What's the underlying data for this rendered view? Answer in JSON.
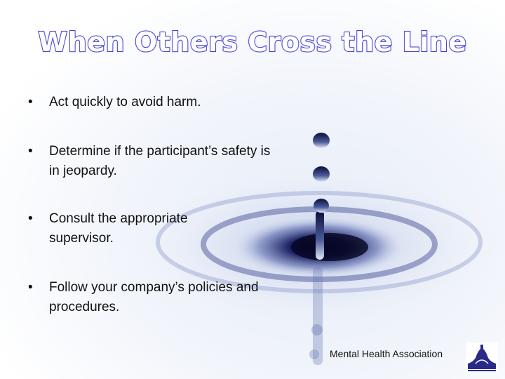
{
  "slide": {
    "title": "When Others Cross the Line",
    "bullet_symbol": "•",
    "bullets": [
      "Act quickly to avoid harm.",
      "Determine if the participant’s safety is in jeopardy.",
      "Consult the appropriate supervisor.",
      "Follow your company’s policies and procedures."
    ],
    "footer": "Mental Health Association",
    "logo_icon": "bell-logo-icon"
  },
  "colors": {
    "title_outline": "#3a3ad0",
    "water_dark": "#0c0c3a",
    "water_light": "#e6edf8"
  }
}
